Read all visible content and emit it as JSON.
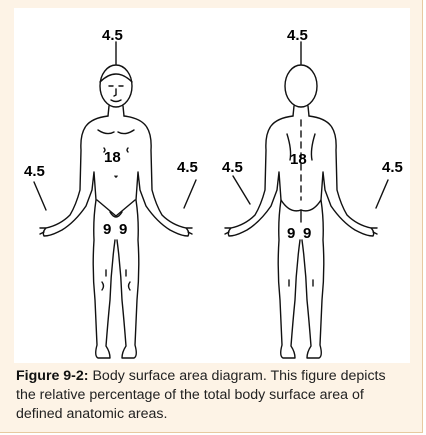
{
  "figure": {
    "front_view": {
      "head": "4.5",
      "torso": "18",
      "left_arm": "4.5",
      "right_arm": "4.5",
      "left_leg": "9",
      "right_leg": "9"
    },
    "back_view": {
      "head": "4.5",
      "torso": "18",
      "left_arm": "4.5",
      "right_arm": "4.5",
      "left_leg": "9",
      "right_leg": "9"
    }
  },
  "caption": {
    "label": "Figure 9-2:",
    "text": " Body surface area diagram. This figure depicts the relative percentage of the total body surface area of defined anatomic areas."
  }
}
